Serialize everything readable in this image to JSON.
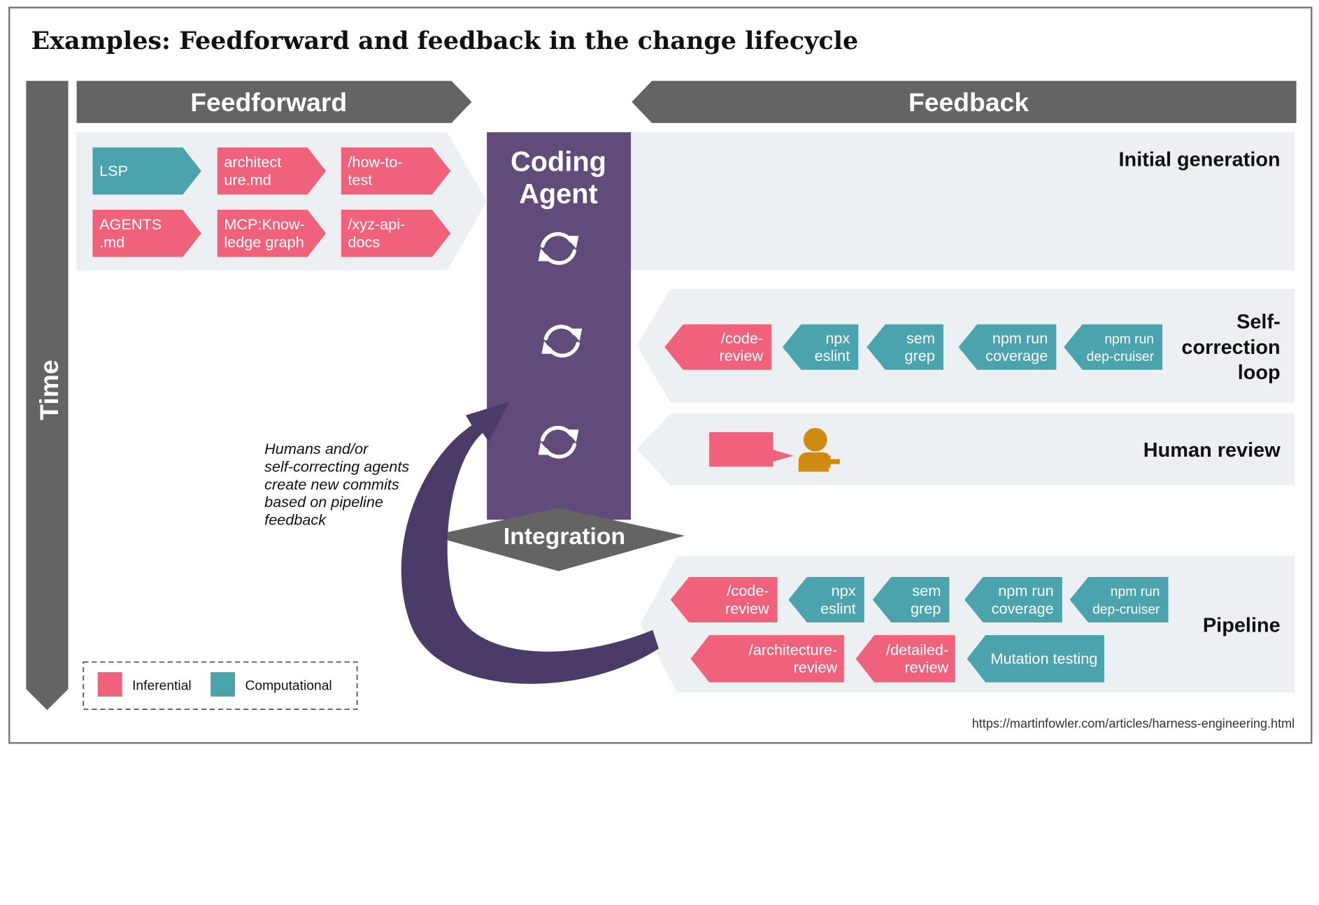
{
  "title": "Examples: Feedforward and feedback in the change lifecycle",
  "time_label": "Time",
  "headers": {
    "feedforward": "Feedforward",
    "feedback": "Feedback"
  },
  "colors": {
    "inferential": "#f0627b",
    "computational": "#4aa3ad",
    "agent": "#604b7a",
    "header": "#646464",
    "lane_bg": "#edf0f3",
    "arrow": "#4a3b68",
    "person": "#d08a10"
  },
  "coding_agent": {
    "line1": "Coding",
    "line2": "Agent"
  },
  "integration": "Integration",
  "feedforward_chips": [
    {
      "kind": "computational",
      "lines": [
        "LSP"
      ]
    },
    {
      "kind": "inferential",
      "lines": [
        "architect",
        "ure.md"
      ]
    },
    {
      "kind": "inferential",
      "lines": [
        "/how-to-",
        "test"
      ]
    },
    {
      "kind": "inferential",
      "lines": [
        "AGENTS",
        ".md"
      ]
    },
    {
      "kind": "inferential",
      "lines": [
        "MCP:Know-",
        "ledge graph"
      ]
    },
    {
      "kind": "inferential",
      "lines": [
        "/xyz-api-",
        "docs"
      ]
    }
  ],
  "lanes": {
    "initial": {
      "label": "Initial generation"
    },
    "selfcorrection": {
      "label_lines": [
        "Self-",
        "correction",
        "loop"
      ],
      "chips": [
        {
          "kind": "inferential",
          "lines": [
            "/code-",
            "review"
          ]
        },
        {
          "kind": "computational",
          "lines": [
            "npx",
            "eslint"
          ]
        },
        {
          "kind": "computational",
          "lines": [
            "sem",
            "grep"
          ]
        },
        {
          "kind": "computational",
          "lines": [
            "npm run",
            "coverage"
          ]
        },
        {
          "kind": "computational",
          "lines": [
            "npm run",
            "dep-cruiser"
          ]
        }
      ]
    },
    "human": {
      "label": "Human review",
      "person_icon": "person-review-icon"
    },
    "pipeline": {
      "label": "Pipeline",
      "row1": [
        {
          "kind": "inferential",
          "lines": [
            "/code-",
            "review"
          ]
        },
        {
          "kind": "computational",
          "lines": [
            "npx",
            "eslint"
          ]
        },
        {
          "kind": "computational",
          "lines": [
            "sem",
            "grep"
          ]
        },
        {
          "kind": "computational",
          "lines": [
            "npm run",
            "coverage"
          ]
        },
        {
          "kind": "computational",
          "lines": [
            "npm run",
            "dep-cruiser"
          ]
        }
      ],
      "row2": [
        {
          "kind": "inferential",
          "lines": [
            "/architecture-",
            "review"
          ]
        },
        {
          "kind": "inferential",
          "lines": [
            "/detailed-",
            "review"
          ]
        },
        {
          "kind": "computational",
          "lines": [
            "Mutation testing"
          ]
        }
      ]
    }
  },
  "note_lines": [
    "Humans and/or",
    "self-correcting agents",
    "create new commits",
    "based on pipeline",
    "feedback"
  ],
  "legend": {
    "inferential": "Inferential",
    "computational": "Computational"
  },
  "source": "https://martinfowler.com/articles/harness-engineering.html"
}
